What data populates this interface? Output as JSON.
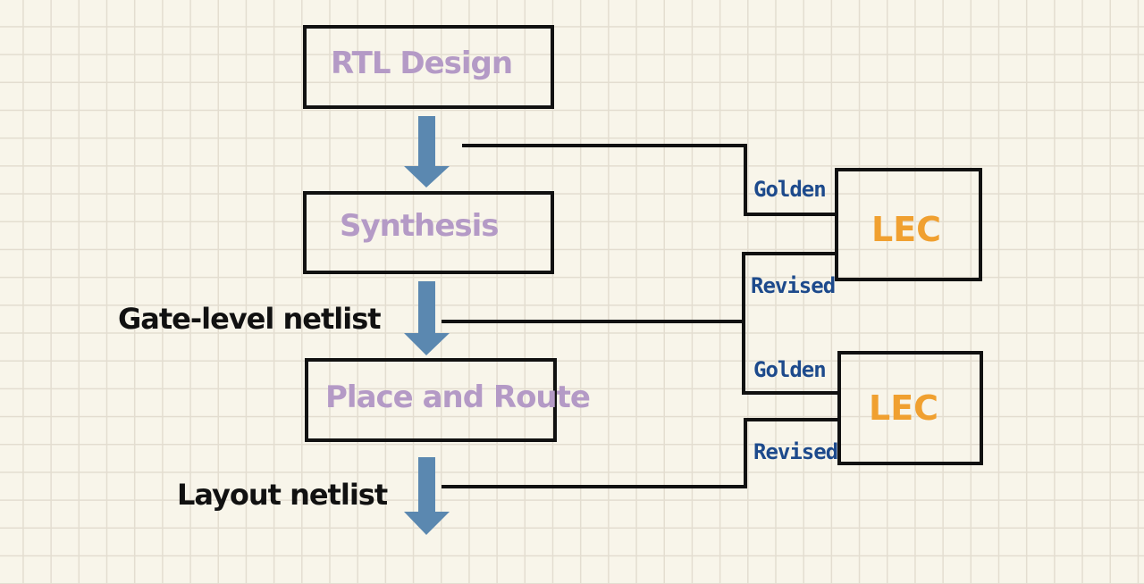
{
  "colors": {
    "box_text": "#b49ac6",
    "arrow": "#5b88b0",
    "line": "#111111",
    "port_text": "#1d4a8c",
    "lec_text": "#f0a030",
    "side_text": "#111111"
  },
  "flow": {
    "steps": [
      {
        "label": "RTL Design"
      },
      {
        "label": "Synthesis"
      },
      {
        "label": "Place and Route"
      }
    ],
    "outputs": [
      {
        "label": "Gate-level netlist"
      },
      {
        "label": "Layout netlist"
      }
    ]
  },
  "lec": [
    {
      "label": "LEC",
      "golden_label": "Golden",
      "revised_label": "Revised"
    },
    {
      "label": "LEC",
      "golden_label": "Golden",
      "revised_label": "Revised"
    }
  ]
}
